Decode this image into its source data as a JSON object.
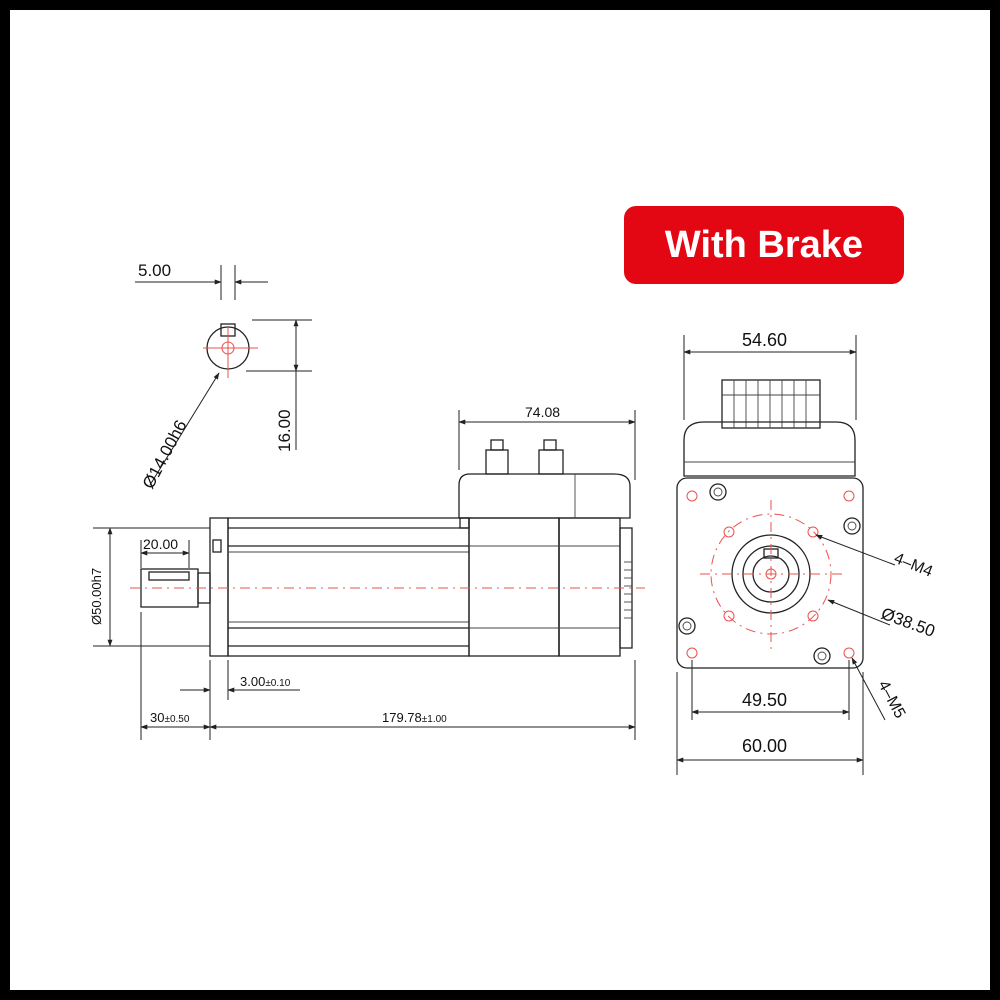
{
  "badge": {
    "label": "With Brake",
    "color": "#e30613"
  },
  "dimensions": {
    "key_width": "5.00",
    "shaft_diameter": "Ø14.00h6",
    "key_height": "16.00",
    "body_length": "74.08",
    "shaft_length": "20.00",
    "pilot_diameter": "Ø50.00h7",
    "flange_thickness": "3.00",
    "flange_thickness_tol": "±0.10",
    "shaft_extension": "30",
    "shaft_extension_tol": "±0.50",
    "total_length": "179.78",
    "total_length_tol": "±1.00",
    "drive_width": "54.60",
    "thread_inner": "4–M4",
    "bolt_circle": "Ø38.50",
    "thread_outer": "4–M5",
    "hole_spacing": "49.50",
    "flange_size": "60.00"
  }
}
